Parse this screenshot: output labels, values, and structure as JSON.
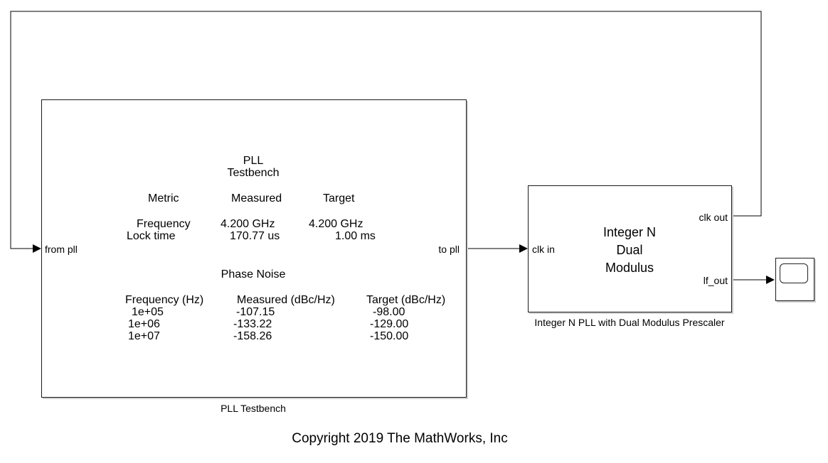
{
  "testbench": {
    "caption": "PLL Testbench",
    "title_line1": "PLL",
    "title_line2": "Testbench",
    "metric_header": "Metric",
    "measured_header": "Measured",
    "target_header": "Target",
    "frequency_label": "Frequency",
    "frequency_measured": "4.200 GHz",
    "frequency_target": "4.200 GHz",
    "lock_label": "Lock time",
    "lock_measured": "170.77 us",
    "lock_target": "1.00 ms",
    "phase_noise_title": "Phase Noise",
    "pn_col_freq": "Frequency (Hz)",
    "pn_col_measured": "Measured (dBc/Hz)",
    "pn_col_target": "Target (dBc/Hz)",
    "pn_rows": [
      {
        "freq": "1e+05",
        "measured": "-107.15",
        "target": "-98.00"
      },
      {
        "freq": "1e+06",
        "measured": "-133.22",
        "target": "-129.00"
      },
      {
        "freq": "1e+07",
        "measured": "-158.26",
        "target": "-150.00"
      }
    ],
    "port_in": "from pll",
    "port_out": "to pll"
  },
  "pll_block": {
    "caption": "Integer N PLL with Dual Modulus Prescaler",
    "line1": "Integer N",
    "line2": "Dual",
    "line3": "Modulus",
    "port_clk_in": "clk in",
    "port_clk_out": "clk out",
    "port_lf_out": "lf_out"
  },
  "scope": {
    "icon": "scope-icon"
  },
  "copyright": "Copyright 2019 The MathWorks, Inc",
  "colors": {
    "line": "#000000",
    "block_border": "#1a1a1a",
    "shadow": "#cfcfcf"
  }
}
